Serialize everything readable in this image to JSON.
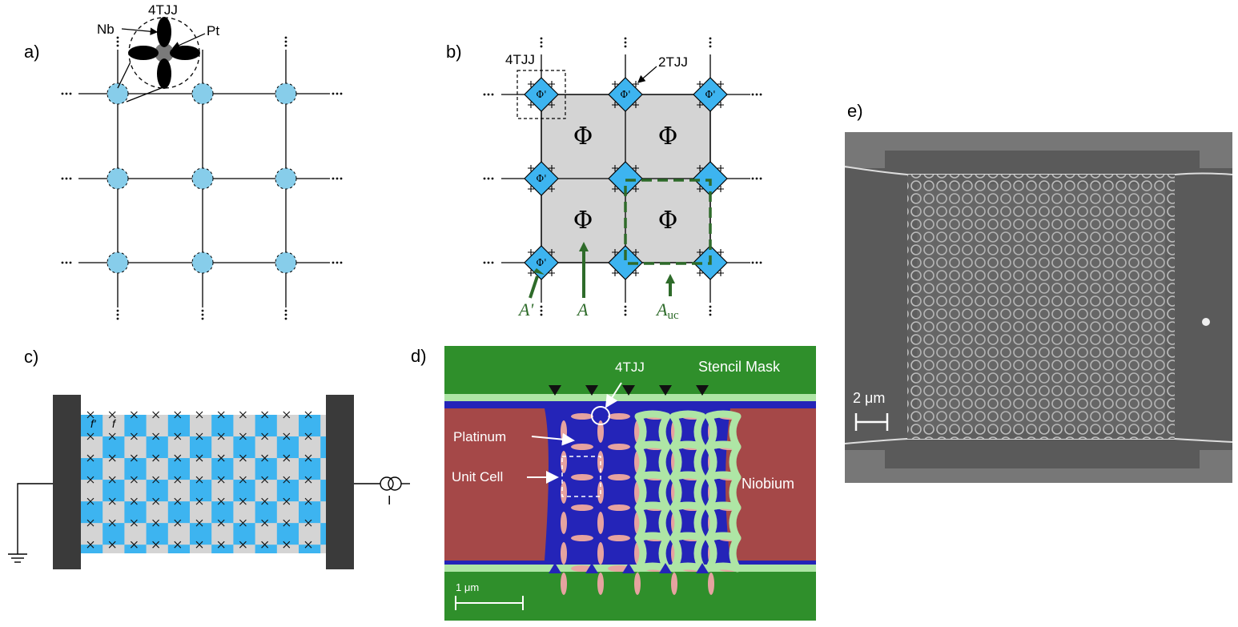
{
  "panels": {
    "a": {
      "label": "a)",
      "inset_labels": {
        "top": "4TJJ",
        "left": "Nb",
        "right": "Pt"
      }
    },
    "b": {
      "label": "b)",
      "labels": {
        "four": "4TJJ",
        "two": "2TJJ",
        "phi": "Φ",
        "phi_prime": "Φ'"
      },
      "area_labels": {
        "a_prime": "A'",
        "a": "A",
        "a_uc": "A",
        "a_uc_sub": "uc"
      }
    },
    "c": {
      "label": "c)",
      "cell_labels": {
        "f_prime": "f'",
        "f": "f"
      },
      "source_label": "I"
    },
    "d": {
      "label": "d)",
      "labels": {
        "tjj": "4TJJ",
        "stencil": "Stencil Mask",
        "platinum": "Platinum",
        "unit_cell": "Unit Cell",
        "niobium": "Niobium",
        "scale": "1 μm"
      }
    },
    "e": {
      "label": "e)",
      "scale": "2 μm"
    }
  },
  "colors": {
    "node_blue": "#87cdea",
    "tile_blue": "#3db4f0",
    "plaquette_gray": "#d4d4d4",
    "accent_green": "#2e6b2a",
    "electrode_dark": "#3a3a3a",
    "sem_green": "#2f8f2b",
    "sem_red": "#a54848",
    "sem_blue": "#2424b8",
    "sem_pink": "#e6a3a0",
    "sem_stencil": "#aee5a5"
  }
}
